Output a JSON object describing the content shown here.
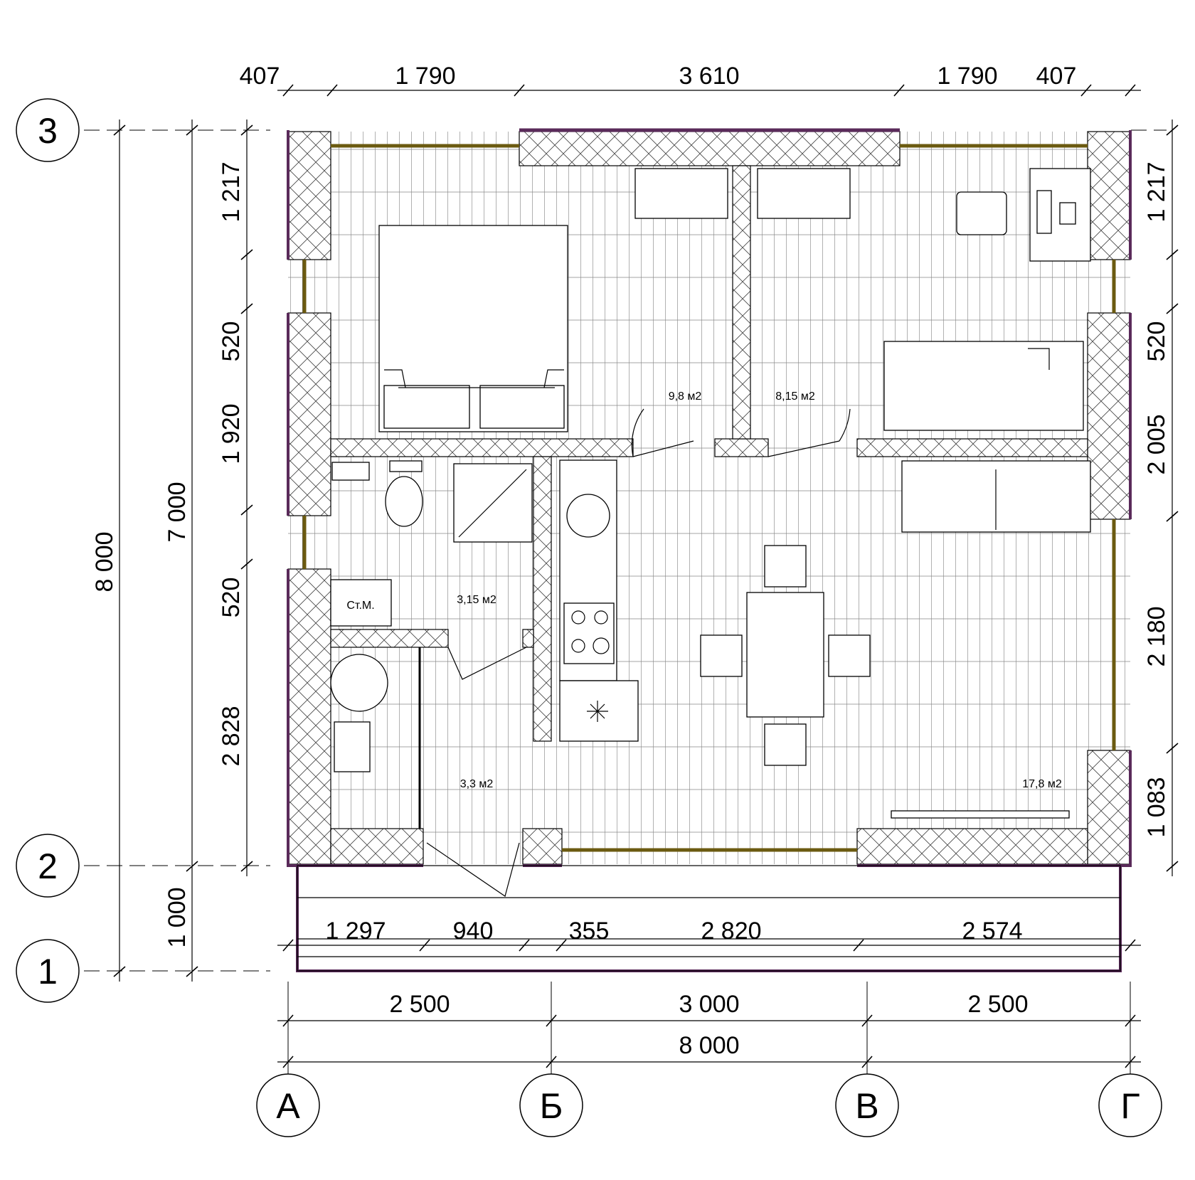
{
  "colors": {
    "outer_wall": "#5a2a5a",
    "window": "#6b5a10",
    "line": "#000000",
    "background": "#ffffff"
  },
  "grid_axes": {
    "rows": [
      "3",
      "2",
      "1"
    ],
    "columns": [
      "А",
      "Б",
      "В",
      "Г"
    ]
  },
  "dimensions": {
    "top": [
      "407",
      "1 790",
      "3 610",
      "1 790",
      "407"
    ],
    "left_inner": [
      "1 217",
      "520",
      "1 920",
      "520",
      "2 828"
    ],
    "left_middle": [
      "7 000",
      "1 000"
    ],
    "left_outer": [
      "8 000"
    ],
    "right": [
      "1 217",
      "520",
      "2 005",
      "2 180",
      "1 083"
    ],
    "terrace": [
      "1 297",
      "940",
      "355",
      "2 820",
      "2 574"
    ],
    "bottom_axes": [
      "2 500",
      "3 000",
      "2 500"
    ],
    "bottom_total": "8 000"
  },
  "rooms": [
    {
      "id": "bedroom-1",
      "area": "9,8 м2"
    },
    {
      "id": "bedroom-2",
      "area": "8,15 м2"
    },
    {
      "id": "bathroom",
      "area": "3,15 м2"
    },
    {
      "id": "hall",
      "area": "3,3 м2"
    },
    {
      "id": "living",
      "area": "17,8 м2"
    }
  ],
  "fixtures": {
    "washing_machine": "Ст.М."
  }
}
